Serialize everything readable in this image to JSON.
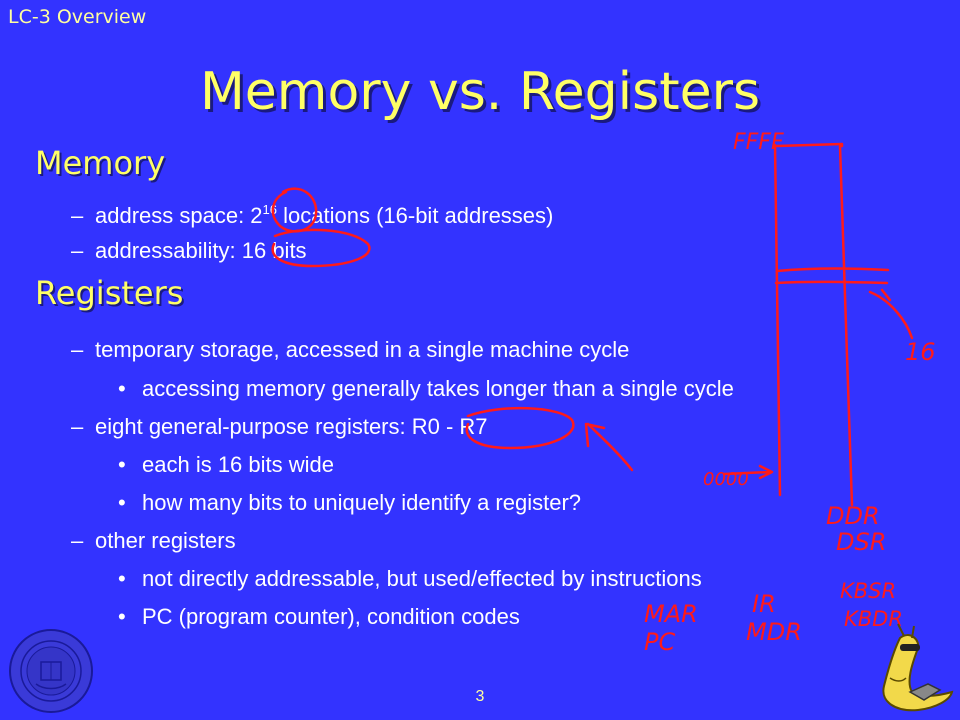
{
  "slide": {
    "section_label": "LC-3 Overview",
    "title": "Memory vs. Registers",
    "page_number": "3"
  },
  "memory": {
    "heading": "Memory",
    "items": [
      {
        "marker": "–",
        "prefix": "address space: 2",
        "superscript": "16",
        "suffix": " locations (16-bit addresses)"
      },
      {
        "marker": "–",
        "text": "addressability: 16 bits"
      }
    ]
  },
  "registers": {
    "heading": "Registers",
    "items": [
      {
        "marker": "–",
        "text": "temporary storage, accessed in a single machine cycle"
      },
      {
        "marker": "•",
        "text": "accessing memory generally takes longer than a single cycle"
      },
      {
        "marker": "–",
        "text": "eight general-purpose registers: R0 - R7"
      },
      {
        "marker": "•",
        "text": "each is 16 bits wide"
      },
      {
        "marker": "•",
        "text": "how many bits to uniquely identify a register?"
      },
      {
        "marker": "–",
        "text": "other registers"
      },
      {
        "marker": "•",
        "text": "not directly addressable, but used/effected by instructions"
      },
      {
        "marker": "•",
        "text": "PC (program counter), condition codes"
      }
    ]
  },
  "annotations": {
    "ink_color": "#ff1a1a",
    "handwritten": [
      "FFFF",
      "16",
      "0000",
      "DDR",
      "DSR",
      "KBSR",
      "KBDR",
      "MAR",
      "PC",
      "IR",
      "MDR"
    ]
  },
  "decorations": {
    "seal_icon": "university-seal-icon",
    "mascot_icon": "banana-slug-mascot-icon",
    "seal_color": "#3a3ad8",
    "mascot_color": "#f2d94a"
  }
}
